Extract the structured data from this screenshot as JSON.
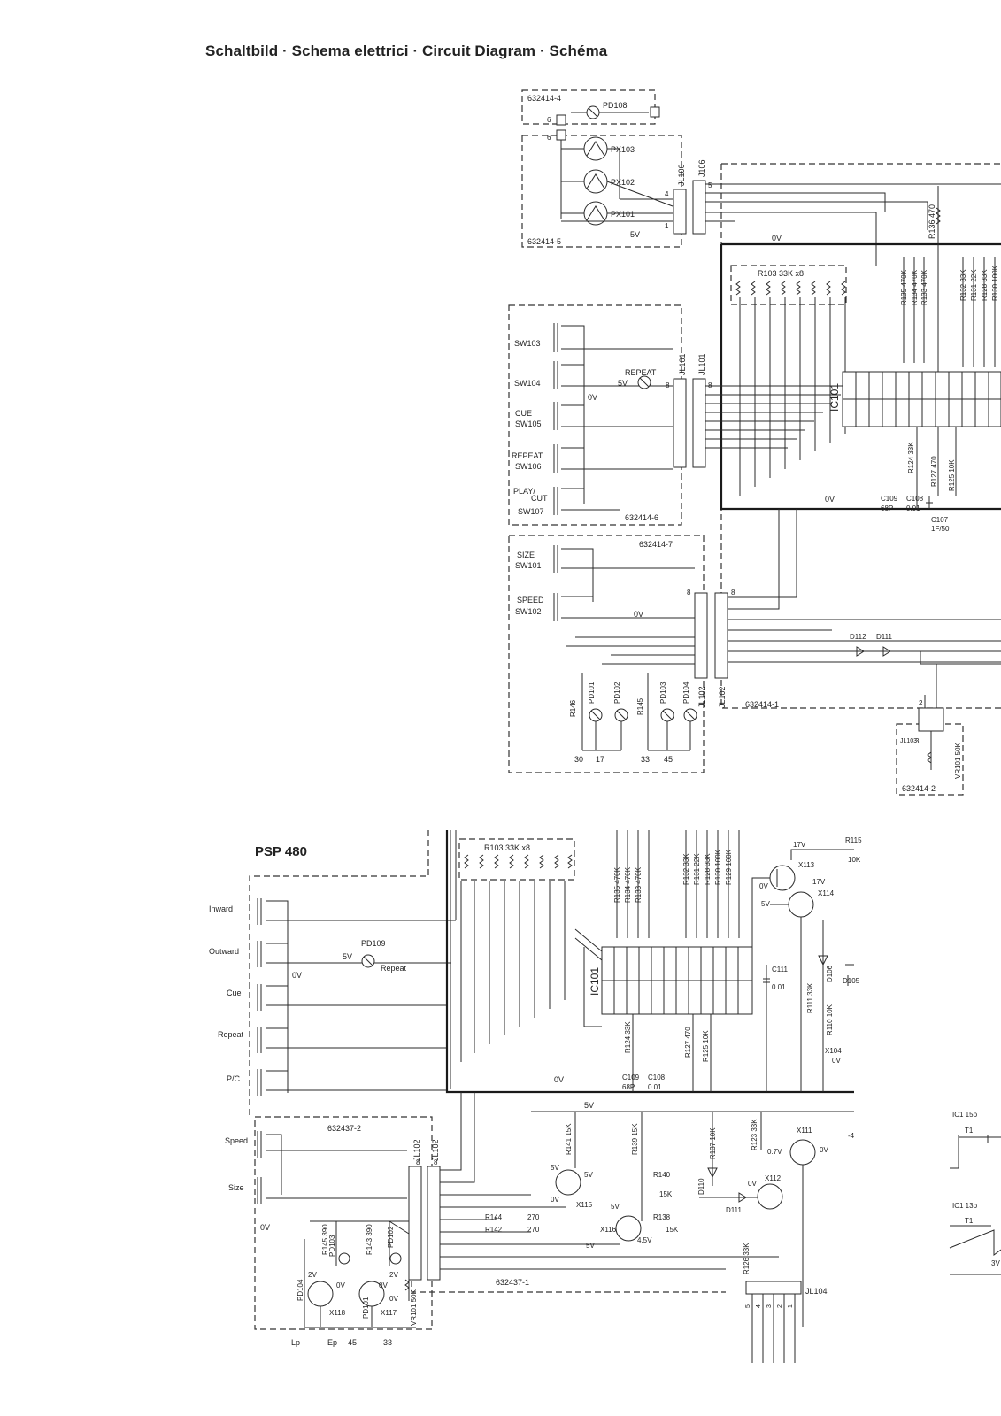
{
  "header": {
    "title": "Schaltbild · Schema elettrici · Circuit Diagram · Schéma"
  },
  "top": {
    "boards": [
      "632414-4",
      "632414-5",
      "632414-6",
      "632414-7",
      "632414-1",
      "632414-2"
    ],
    "connectors": {
      "jl106": "JL106",
      "j106": "J106",
      "jl101": "JL101",
      "j101": "JL101",
      "jl102": "JL102",
      "j102": "JL102",
      "jl103": "JL103"
    },
    "lamps": [
      "PD108",
      "PX103",
      "PX102",
      "PX101"
    ],
    "switches": [
      "SW103",
      "SW104",
      "CUE",
      "SW105",
      "REPEAT",
      "SW106",
      "PLAY/",
      "CUT",
      "SW107",
      "SIZE",
      "SW101",
      "SPEED",
      "SW102"
    ],
    "repeat_lamp": "REPEAT",
    "ic": "IC101",
    "resistor_net": "R103   33K x8",
    "rails": [
      "0V",
      "5V",
      "0V",
      "0V",
      "0V",
      "0V"
    ],
    "resistors": [
      "R136 470",
      "R135 470K",
      "R134 470K",
      "R133 470K",
      "R132 33K",
      "R131 22K",
      "R128 33K",
      "R130 100K",
      "R124 33K",
      "R127 470",
      "R125 10K"
    ],
    "caps": [
      "C109",
      "68P",
      "C108",
      "0.01",
      "C107",
      "1F/50"
    ],
    "diodes": [
      "D112",
      "D111"
    ],
    "pd_lamps": [
      "PD101",
      "PD102",
      "PD103",
      "PD104"
    ],
    "pd_resistors": [
      "R146",
      "R145"
    ],
    "bottom_numbers": [
      "30",
      "17",
      "33",
      "45"
    ],
    "vr": "VR101 50K",
    "pins": [
      "5",
      "4",
      "1",
      "6",
      "6",
      "8",
      "8",
      "1",
      "1",
      "8",
      "8",
      "2",
      "3"
    ]
  },
  "bottom": {
    "model": "PSP 480",
    "switch_labels": [
      "Inward",
      "Outward",
      "Cue",
      "Repeat",
      "P/C",
      "Speed",
      "Size"
    ],
    "repeat_lamp": [
      "PD109",
      "5V",
      "Repeat"
    ],
    "ic": "IC101",
    "resistor_net": "R103   33K x8",
    "resistors": [
      "R135 470K",
      "R134 470K",
      "R133 470K",
      "R132 33K",
      "R131 22K",
      "R128 33K",
      "R130 100K",
      "R129 100K",
      "R115",
      "10K",
      "R111 33K",
      "R110 10K",
      "R124 33K",
      "R127 470",
      "R125 10K",
      "R141 15K",
      "R139 15K",
      "R140",
      "15K",
      "R137 10K",
      "R123 33K",
      "R138",
      "15K",
      "R144",
      "270",
      "R142",
      "270",
      "R126 33K",
      "R145 390",
      "R143 390"
    ],
    "transistors": [
      "X113",
      "X114",
      "X104",
      "X111",
      "X112",
      "X115",
      "X116",
      "X117",
      "X118"
    ],
    "voltages": [
      "17V",
      "17V",
      "0V",
      "5V",
      "0V",
      "0V",
      "5V",
      "5V",
      "0.7V",
      "0V",
      "0V",
      "5V",
      "5V",
      "0V",
      "5V",
      "5V",
      "4.5V",
      "2V",
      "0V",
      "0V",
      "2V",
      "0V",
      "0V",
      "-4",
      "0V"
    ],
    "caps": [
      "C109",
      "68P",
      "C108",
      "0.01",
      "C111",
      "0.01"
    ],
    "diodes": [
      "D106",
      "D105",
      "D110",
      "D111"
    ],
    "boards": [
      "632437-2",
      "632437-1"
    ],
    "connectors": [
      "JL102",
      "JL102",
      "JL104"
    ],
    "lamps": [
      "PD104",
      "PD103",
      "PD102",
      "PD101"
    ],
    "vr": "VR101 50K",
    "bottom_labels": [
      "Lp",
      "Ep",
      "45",
      "33"
    ],
    "pins": [
      "8",
      "8",
      "1",
      "1",
      "5",
      "4",
      "3",
      "2",
      "1"
    ]
  },
  "waveforms": {
    "labels": [
      "IC1 15p",
      "T1",
      "IC1 13p",
      "T1",
      "3V"
    ]
  }
}
